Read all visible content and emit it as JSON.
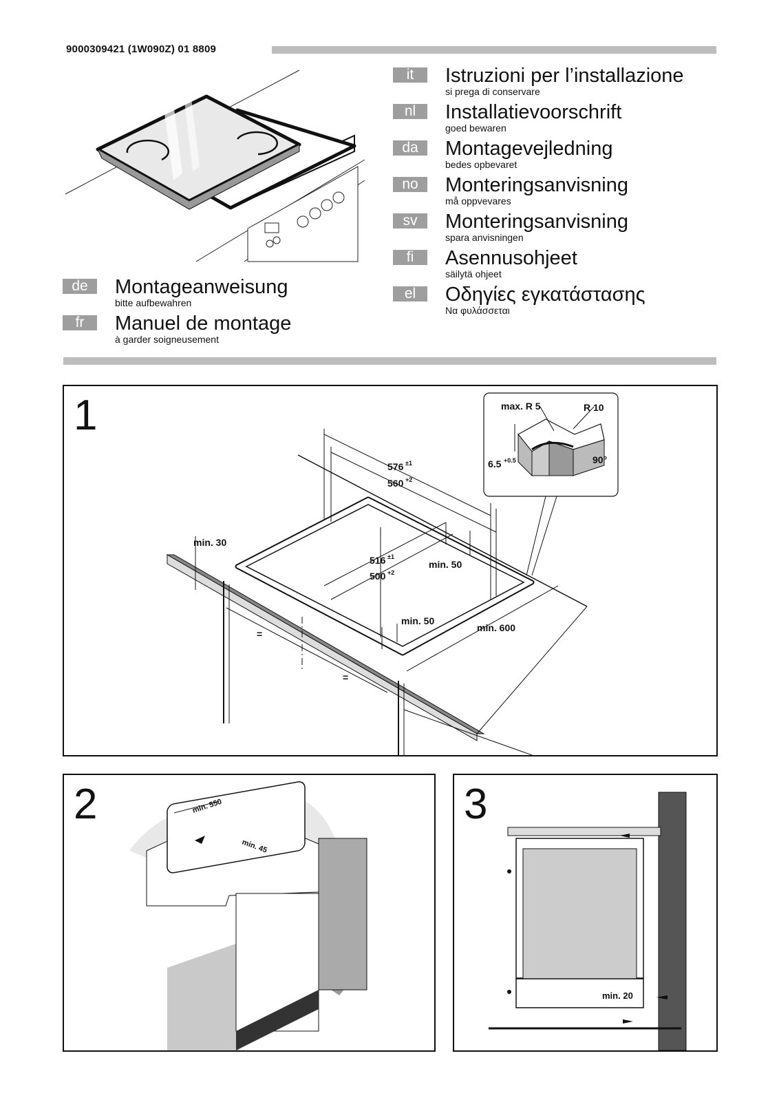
{
  "header": {
    "doc_number": "9000309421 (1W090Z) 01 8809"
  },
  "languages_right": [
    {
      "code": "it",
      "title": "Istruzioni per l’installazione",
      "subtitle": "si prega di conservare"
    },
    {
      "code": "nl",
      "title": "Installatievoorschrift",
      "subtitle": "goed bewaren"
    },
    {
      "code": "da",
      "title": "Montagevejledning",
      "subtitle": "bedes opbevaret"
    },
    {
      "code": "no",
      "title": "Monteringsanvisning",
      "subtitle": "må oppvevares"
    },
    {
      "code": "sv",
      "title": "Monteringsanvisning",
      "subtitle": "spara anvisningen"
    },
    {
      "code": "fi",
      "title": "Asennusohjeet",
      "subtitle": "säilytä ohjeet"
    },
    {
      "code": "el",
      "title": "Οδηγίες εγκατάστασης",
      "subtitle": "Να φυλάσσεται"
    }
  ],
  "languages_left": [
    {
      "code": "de",
      "title": "Montageanweisung",
      "subtitle": "bitte aufbewahren"
    },
    {
      "code": "fr",
      "title": "Manuel de montage",
      "subtitle": "à garder soigneusement"
    }
  ],
  "panel1": {
    "number": "1",
    "labels": {
      "max_r5": "max. R 5",
      "r10": "R 10",
      "depth": "6.5",
      "depth_tol": "+0.5",
      "angle": "90°",
      "w576": "576",
      "w576_tol": "±1",
      "w560": "560",
      "w560_tol": "+2",
      "d516": "516",
      "d516_tol": "±1",
      "d500": "500",
      "d500_tol": "+2",
      "min30": "min. 30",
      "min50_a": "min. 50",
      "min50_b": "min. 50",
      "min600": "min. 600",
      "eq_a": "=",
      "eq_b": "="
    }
  },
  "panel2": {
    "number": "2",
    "labels": {
      "min550": "min. 550",
      "min45": "min. 45"
    }
  },
  "panel3": {
    "number": "3",
    "labels": {
      "min20": "min. 20"
    }
  }
}
